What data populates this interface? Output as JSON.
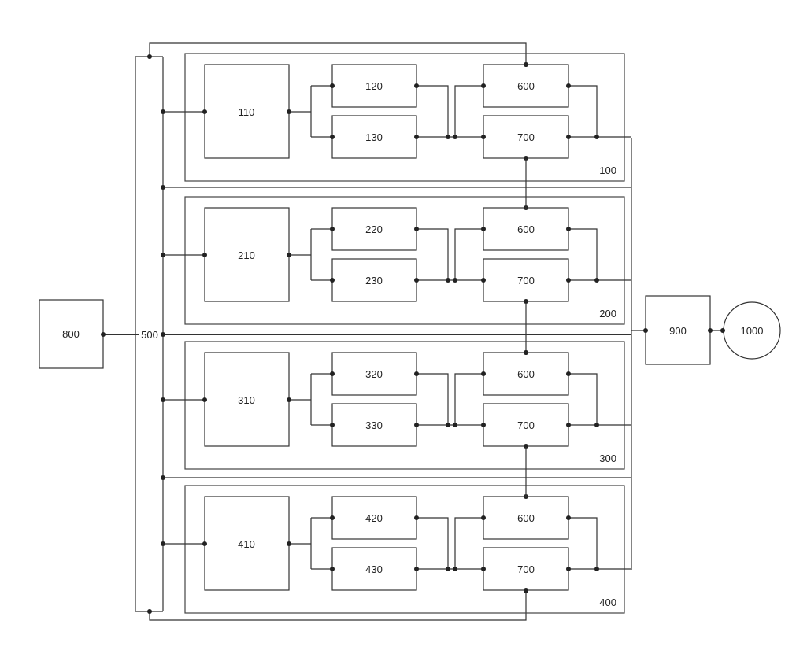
{
  "diagram": {
    "input_source": "800",
    "bus": "500",
    "output_module": "900",
    "load": "1000",
    "groups": [
      {
        "label": "100",
        "primary": "110",
        "upper": "120",
        "lower": "130",
        "switch_a": "600",
        "switch_b": "700"
      },
      {
        "label": "200",
        "primary": "210",
        "upper": "220",
        "lower": "230",
        "switch_a": "600",
        "switch_b": "700"
      },
      {
        "label": "300",
        "primary": "310",
        "upper": "320",
        "lower": "330",
        "switch_a": "600",
        "switch_b": "700"
      },
      {
        "label": "400",
        "primary": "410",
        "upper": "420",
        "lower": "430",
        "switch_a": "600",
        "switch_b": "700"
      }
    ]
  }
}
